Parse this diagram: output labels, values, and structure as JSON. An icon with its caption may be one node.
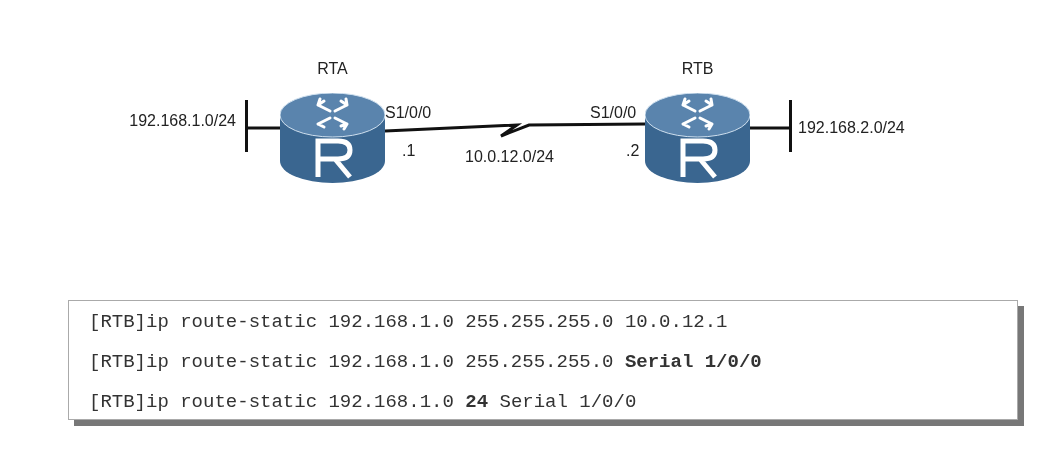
{
  "diagram": {
    "nodes": [
      {
        "text": [
          "192.168.1.0/24"
        ]
      },
      {
        "text": [
          "RTA"
        ],
        "beside": [
          "S1/0/0",
          ".1"
        ]
      },
      {
        "text": [
          "RTB"
        ],
        "beside": [
          "S1/0/0",
          ".2"
        ]
      },
      {
        "text": [
          "192.168.2.0/24"
        ]
      },
      {
        "text": [
          "[RTB]ip route-static 192.168.1.0 255.255.255.0 10.0.12.1",
          "[RTB]ip route-static 192.168.1.0 255.255.255.0 **Serial 1/0/0**",
          "[RTB]ip route-static 192.168.1.0 **24** Serial 1/0/0"
        ]
      }
    ],
    "edges": [
      {
        "from": 0,
        "to": 1,
        "arrow": "none"
      },
      {
        "from": 1,
        "to": 2,
        "arrow": "none",
        "label": "10.0.12.0/24"
      },
      {
        "from": 2,
        "to": 3,
        "arrow": "none"
      }
    ]
  }
}
